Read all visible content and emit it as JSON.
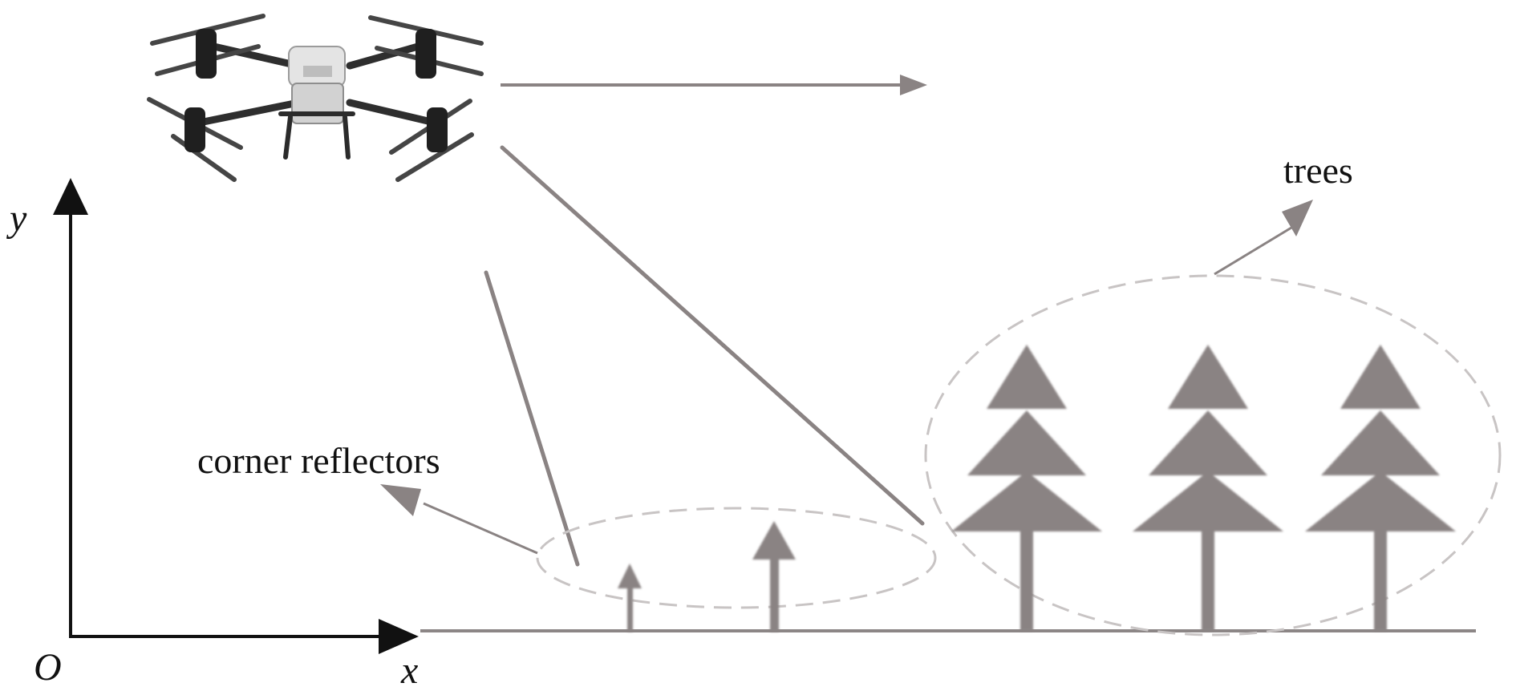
{
  "axes": {
    "origin_label": "O",
    "x_label": "x",
    "y_label": "y"
  },
  "labels": {
    "trees": "trees",
    "corner_reflectors": "corner reflectors"
  },
  "colors": {
    "axis": "#111111",
    "ground": "#8c8686",
    "tree": "#8a8383",
    "reflector": "#8a8383",
    "beam": "#8a8383",
    "dashed_ellipse": "#c8c4c4",
    "drone_body": "#e2e2e2",
    "drone_frame": "#2e2e2e"
  },
  "icons": {
    "platform": "drone-icon",
    "targets": "tree-icon",
    "reflectors": "corner-reflector-icon"
  }
}
